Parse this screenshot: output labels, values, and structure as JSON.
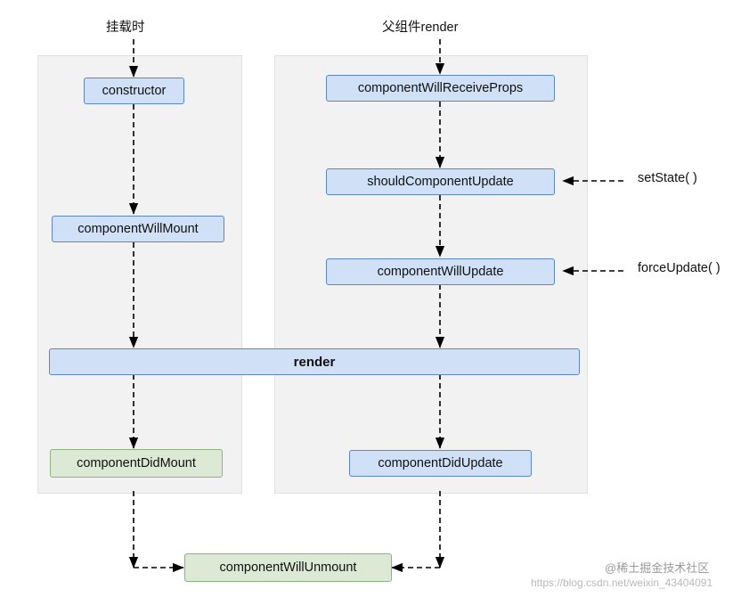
{
  "diagram": {
    "title_top_left": "挂载时",
    "title_top_right": "父组件render",
    "nodes": {
      "constructor": "constructor",
      "component_will_mount": "componentWillMount",
      "component_did_mount": "componentDidMount",
      "component_will_receive_props": "componentWillReceiveProps",
      "should_component_update": "shouldComponentUpdate",
      "component_will_update": "componentWillUpdate",
      "component_did_update": "componentDidUpdate",
      "render": "render",
      "component_will_unmount": "componentWillUnmount"
    },
    "side_labels": {
      "set_state": "setState( )",
      "force_update": "forceUpdate( )"
    },
    "watermarks": {
      "url": "https://blog.csdn.net/weixin_43404091",
      "community": "@稀土掘金技术社区"
    },
    "colors": {
      "blue_fill": "#cfe0f7",
      "blue_border": "#5b86c9",
      "green_fill": "#dbe9d5",
      "green_border": "#8ab47e",
      "panel_fill": "#f2f2f2",
      "line": "#000000"
    }
  }
}
